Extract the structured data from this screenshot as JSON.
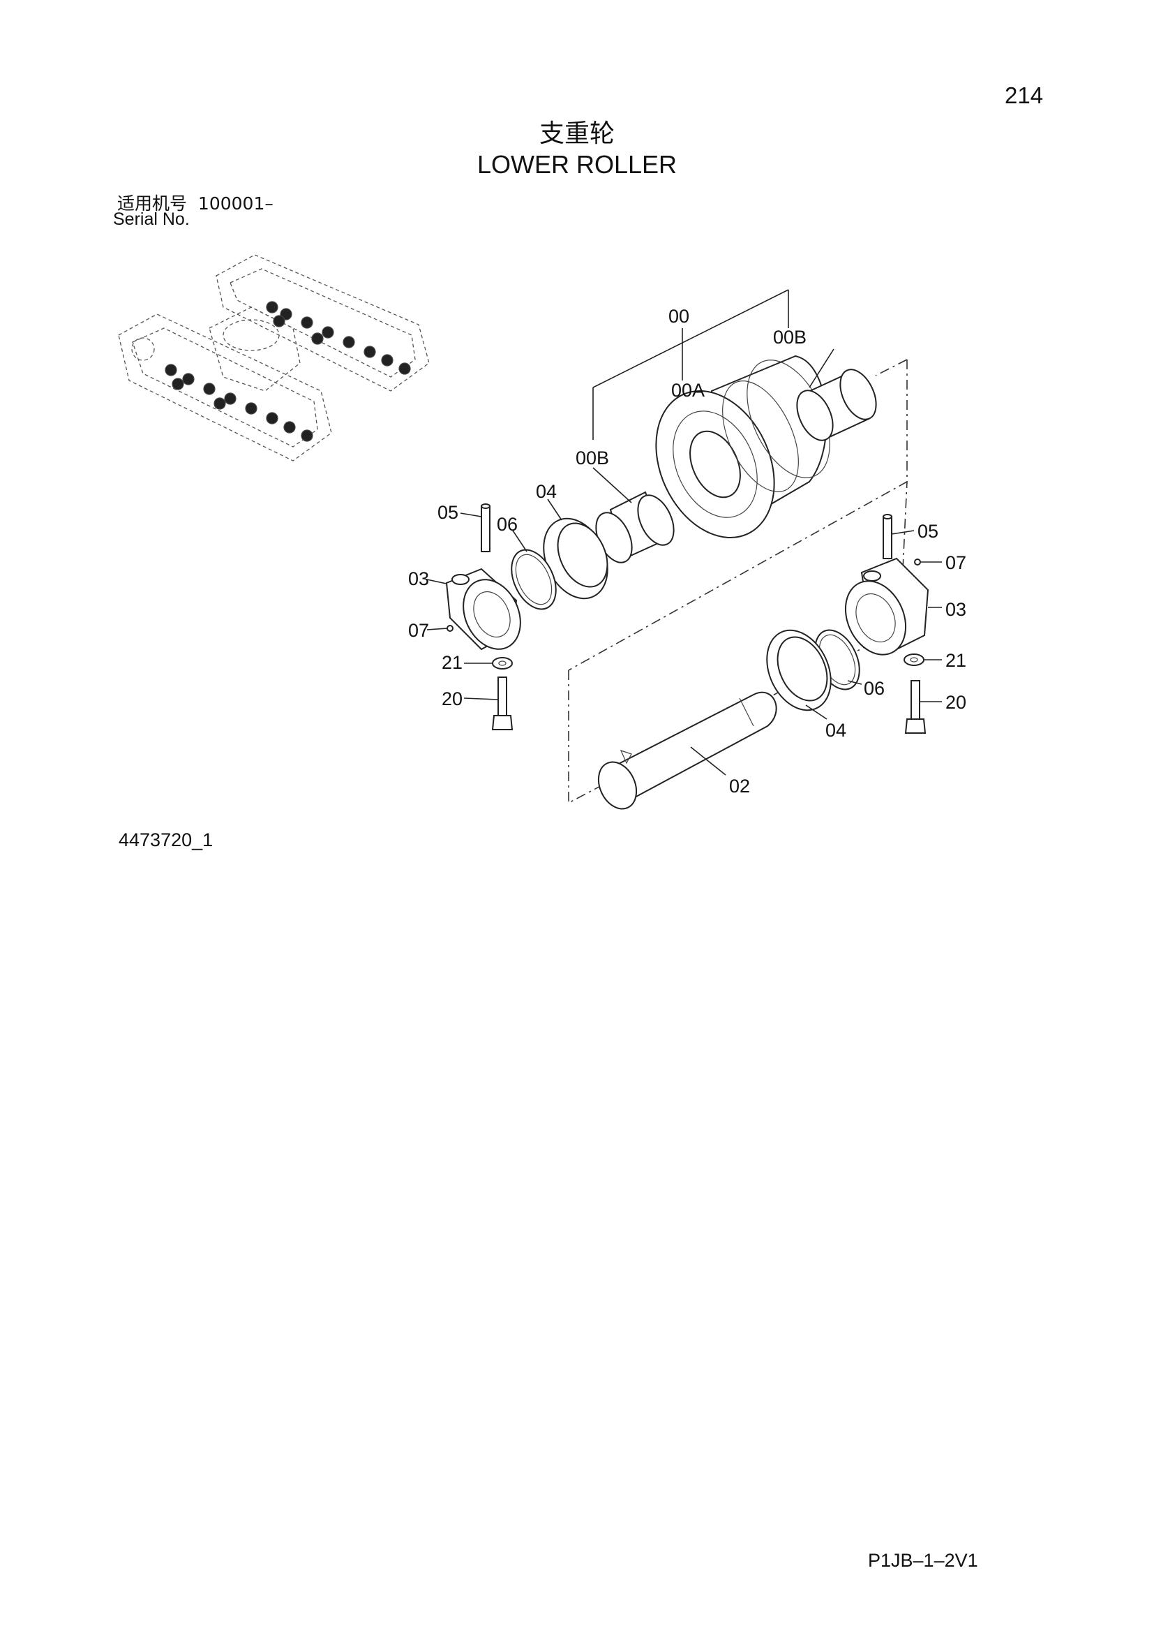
{
  "page_number": "214",
  "title_cn": "支重轮",
  "title_en": "LOWER ROLLER",
  "serial": {
    "label_cn": "适用机号",
    "value": "100001–",
    "label_en": "Serial No."
  },
  "drawing_number": "4473720_1",
  "document_code": "P1JB–1–2V1",
  "callouts": {
    "assembly": "00",
    "roller": "00A",
    "bushing_right": "00B",
    "bushing_left": "00B",
    "seal_left": "04",
    "seal_right": "04",
    "pin_left": "05",
    "pin_right": "05",
    "oring_left": "06",
    "oring_right": "06",
    "collar_left": "03",
    "collar_right": "03",
    "plug_left": "07",
    "plug_right": "07",
    "washer_left": "21",
    "washer_right": "21",
    "bolt_left": "20",
    "bolt_right": "20",
    "shaft": "02"
  }
}
